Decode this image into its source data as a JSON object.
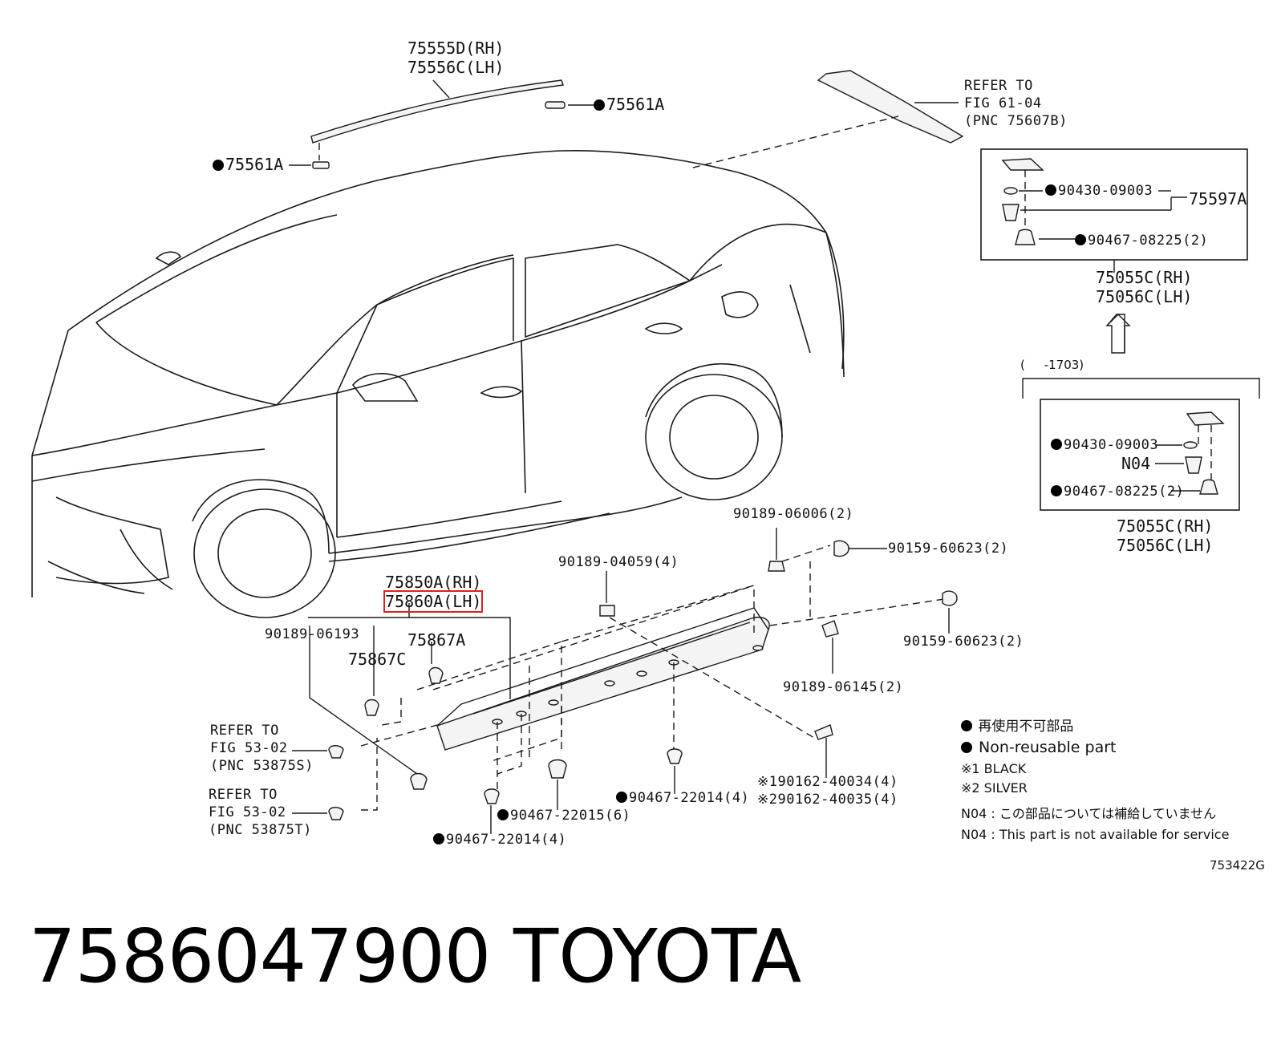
{
  "labels": {
    "molding_rh": "75555D(RH)",
    "molding_lh": "75556C(LH)",
    "clip_top_right": "75561A",
    "clip_top_left": "75561A",
    "refer_top_1": "REFER TO",
    "refer_top_2": "FIG 61-04",
    "refer_top_3": "(PNC 75607B)",
    "box1_part1": "90430-09003",
    "box1_group": "75597A",
    "box1_part2": "90467-08225(2)",
    "box1_rh": "75055C(RH)",
    "box1_lh": "75056C(LH)",
    "range_label": "(     -1703)",
    "box2_part1": "90430-09003",
    "box2_n04": "N04",
    "box2_part2": "90467-08225(2)",
    "box2_rh": "75055C(RH)",
    "box2_lh": "75056C(LH)",
    "p_90189_06006": "90189-06006(2)",
    "p_90159_60623_a": "90159-60623(2)",
    "p_90189_04059": "90189-04059(4)",
    "p_75850a": "75850A(RH)",
    "p_75860a": "75860A(LH)",
    "p_90189_06193": "90189-06193",
    "p_75867a": "75867A",
    "p_75867c": "75867C",
    "p_90159_60623_b": "90159-60623(2)",
    "p_90189_06145": "90189-06145(2)",
    "refer_53_s_1": "REFER TO",
    "refer_53_s_2": "FIG 53-02",
    "refer_53_s_3": "(PNC 53875S)",
    "refer_53_t_1": "REFER TO",
    "refer_53_t_2": "FIG 53-02",
    "refer_53_t_3": "(PNC 53875T)",
    "p_90467_22014_a": "90467-22014(4)",
    "p_90467_22015": "90467-22015(6)",
    "p_90467_22014_b": "90467-22014(4)",
    "p_90162_40034": "90162-40034(4)",
    "p_90162_40035": "90162-40035(4)",
    "mark1": "※1",
    "mark2": "※2"
  },
  "legend": {
    "jp_nonreusable": "再使用不可部品",
    "en_nonreusable": "Non-reusable part",
    "black": "※1 BLACK",
    "silver": "※2 SILVER",
    "n04_jp": "N04 : この部品については補給していません",
    "n04_en": "N04 : This part is not available for service",
    "figure_code": "753422G"
  },
  "footer": {
    "part_number": "7586047900",
    "brand": "TOYOTA"
  },
  "highlight_color": "#e02020"
}
